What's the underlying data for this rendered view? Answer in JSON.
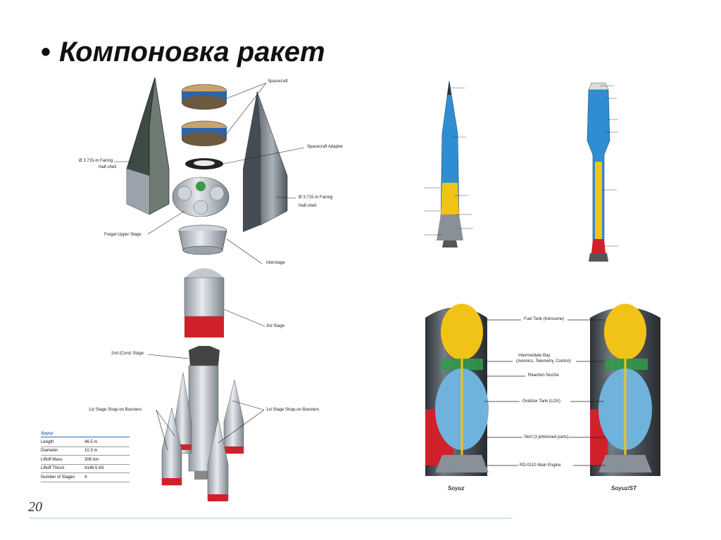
{
  "slide": {
    "bullet": "•",
    "title": "Компоновка ракет",
    "page_number": "20"
  },
  "exploded": {
    "labels": {
      "spacecraft": "Spacecraft",
      "spacecraft_adapter": "Spacecraft Adapter",
      "fairing_left": "Ø 3.715-m Fairing",
      "fairing_left_sub": "Half-shell",
      "fairing_right": "Ø 3.715-m Fairing",
      "fairing_right_sub": "Half-shell",
      "fregat": "Fregat Upper Stage",
      "interstage": "Interstage",
      "third_stage": "3rd Stage",
      "second_stage": "2nd (Core) Stage",
      "boosters_left": "1st Stage Strap-on Boosters",
      "boosters_right": "1st Stage Strap-on Boosters"
    },
    "specs": {
      "header": "Soyuz",
      "rows": [
        {
          "k": "Length",
          "v": "46.5 m"
        },
        {
          "k": "Diameter",
          "v": "10.3 m"
        },
        {
          "k": "Liftoff Mass",
          "v": "308 ton"
        },
        {
          "k": "Liftoff Thrust",
          "v": "4146.5 kN"
        },
        {
          "k": "Number of Stages",
          "v": "4"
        }
      ]
    }
  },
  "upper_stage": {
    "labels": {
      "fuel_tank": "Fuel Tank (Kerosene)",
      "intermediate_bay": "Intermediate Bay",
      "intermediate_bay_sub": "(Avionics, Telemetry, Control)",
      "reaction_nozzle": "Reaction Nozzle",
      "oxidizer_tank": "Oxidizer Tank (LOX)",
      "skirt": "Skirt (3 jettisoned parts)",
      "main_engine": "RD-0110 Main Engine"
    },
    "captions": [
      "Soyuz",
      "Soyuz/ST"
    ]
  },
  "colors": {
    "fuel": "#f2c317",
    "oxidizer": "#6fb3dc",
    "red": "#d0212a",
    "metal": "#b9c0c8",
    "dark": "#3a3f45",
    "blue_body": "#2f8ed2"
  }
}
